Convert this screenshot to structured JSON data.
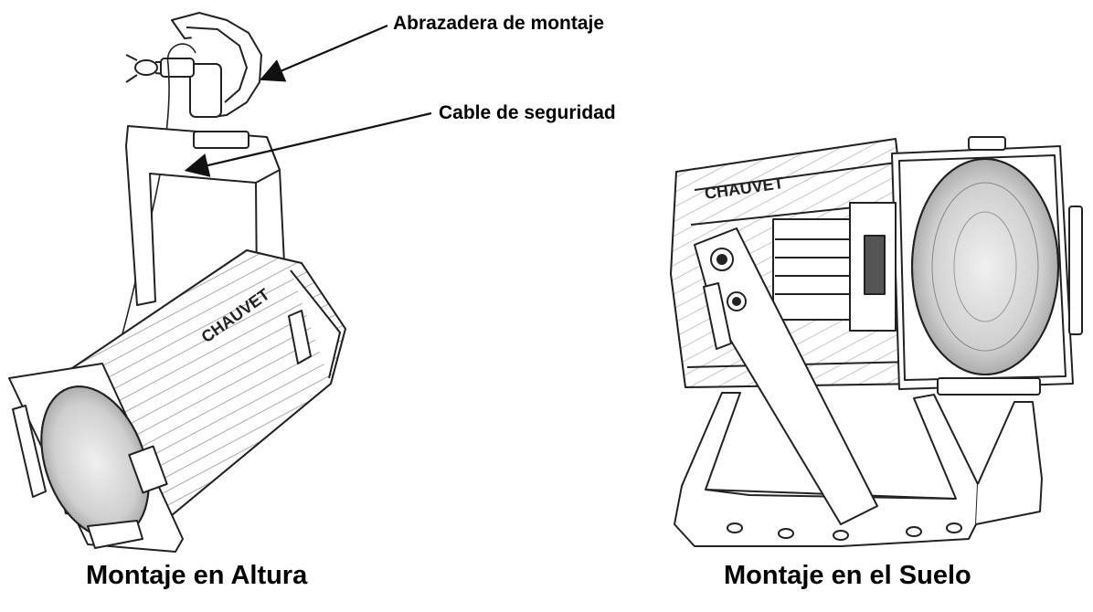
{
  "callouts": {
    "clamp_label": "Abrazadera de montaje",
    "safety_cable_label": "Cable de seguridad"
  },
  "captions": {
    "hanging": "Montaje en Altura",
    "floor": "Montaje en el Suelo"
  },
  "branding": {
    "hanging_logo": "CHAUVET",
    "floor_logo": "CHAUVET"
  },
  "colors": {
    "line": "#222222",
    "fill": "#ffffff",
    "lens": "#d9d9d9"
  }
}
